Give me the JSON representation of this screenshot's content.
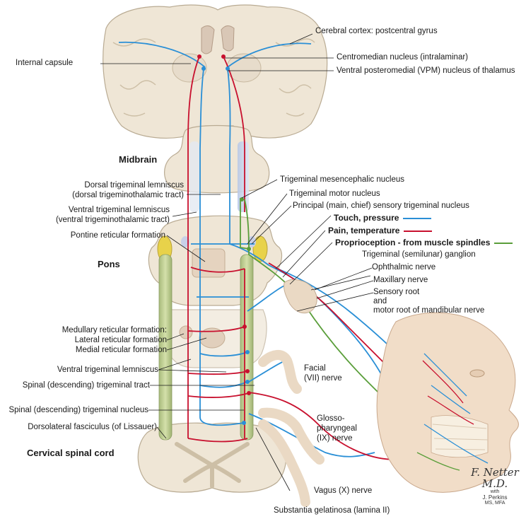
{
  "colors": {
    "touch": "#2a8fd6",
    "pain": "#c8102e",
    "proprio": "#5a9e3a",
    "tissue": "#efe6d6",
    "tissue_edge": "#b9ab93",
    "tract": "#b9c98f"
  },
  "sections": {
    "midbrain": "Midbrain",
    "pons": "Pons",
    "cervical": "Cervical spinal cord"
  },
  "labels": {
    "cortex": "Cerebral cortex: postcentral gyrus",
    "centromedian": "Centromedian nucleus (intralaminar)",
    "vpm": "Ventral posteromedial (VPM) nucleus of thalamus",
    "internal_capsule": "Internal capsule",
    "dorsal_lemniscus_1": "Dorsal trigeminal lemniscus",
    "dorsal_lemniscus_2": "(dorsal trigeminothalamic tract)",
    "ventral_lemniscus_1": "Ventral trigeminal lemniscus",
    "ventral_lemniscus_2": "(ventral trigeminothalamic tract)",
    "pontine_reticular": "Pontine reticular formation",
    "mesencephalic": "Trigeminal mesencephalic nucleus",
    "motor_nucleus": "Trigeminal motor nucleus",
    "principal": "Principal (main, chief) sensory trigeminal nucleus",
    "ganglion": "Trigeminal (semilunar) ganglion",
    "ophthalmic": "Ophthalmic nerve",
    "maxillary": "Maxillary nerve",
    "sensory_root_1": "Sensory root",
    "sensory_root_2": "and",
    "sensory_root_3": "motor root of mandibular nerve",
    "medullary_1": "Medullary reticular formation:",
    "medullary_2": "Lateral reticular formation",
    "medullary_3": "Medial reticular formation",
    "ventral_lemniscus_low": "Ventral trigeminal lemniscus",
    "spinal_tract": "Spinal (descending) trigeminal tract",
    "spinal_nucleus": "Spinal (descending) trigeminal nucleus",
    "lissauer": "Dorsolateral fasciculus (of Lissauer)",
    "facial_1": "Facial",
    "facial_2": "(VII) nerve",
    "glosso_1": "Glosso-",
    "glosso_2": "pharyngeal",
    "glosso_3": "(IX) nerve",
    "vagus": "Vagus (X) nerve",
    "gelatinosa": "Substantia gelatinosa (lamina II)"
  },
  "legend": {
    "touch": "Touch, pressure",
    "pain": "Pain, temperature",
    "proprio": "Proprioception - from muscle spindles"
  },
  "signature": {
    "mark": "F. Netter M.D.",
    "with": "with",
    "coauthor": "J. Perkins",
    "credentials": "MS, MFA"
  }
}
